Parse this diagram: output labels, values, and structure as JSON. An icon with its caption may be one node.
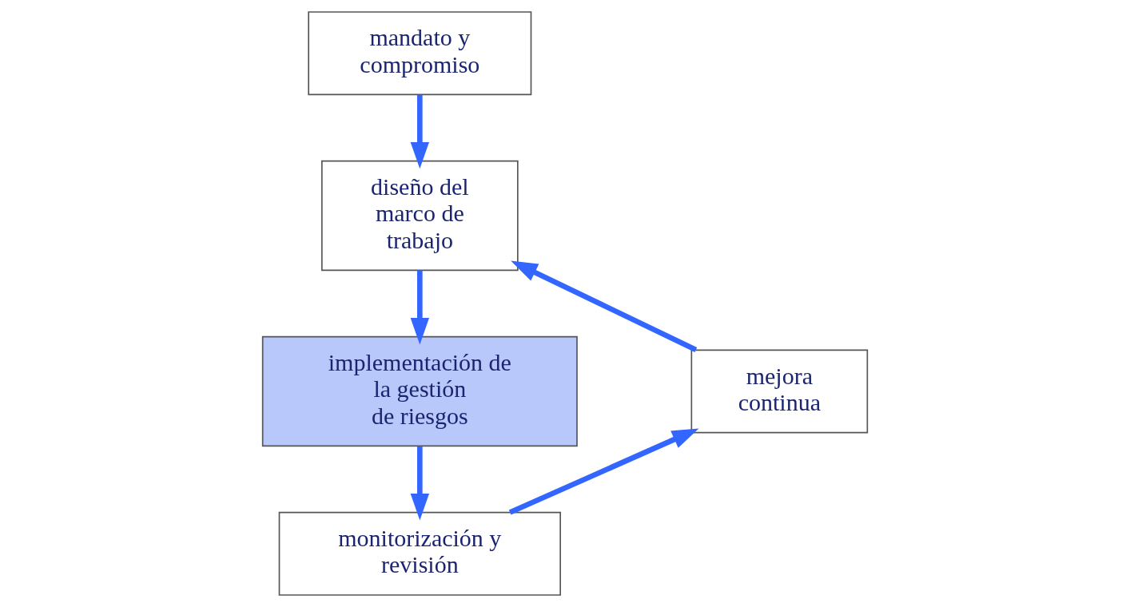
{
  "diagram": {
    "nodes": [
      {
        "text": [
          "mandato y compromiso"
        ]
      },
      {
        "text": [
          "diseño del marco de trabajo"
        ]
      },
      {
        "text": [
          "implementación de la gestión de riesgos"
        ]
      },
      {
        "text": [
          "monitorización y revisión"
        ]
      },
      {
        "text": [
          "mejora continua"
        ]
      }
    ],
    "edges": [
      {
        "from": 0,
        "to": 1,
        "arrow": "to"
      },
      {
        "from": 1,
        "to": 2,
        "arrow": "to"
      },
      {
        "from": 2,
        "to": 3,
        "arrow": "to"
      },
      {
        "from": 3,
        "to": 4,
        "arrow": "to"
      },
      {
        "from": 4,
        "to": 1,
        "arrow": "to"
      }
    ]
  }
}
